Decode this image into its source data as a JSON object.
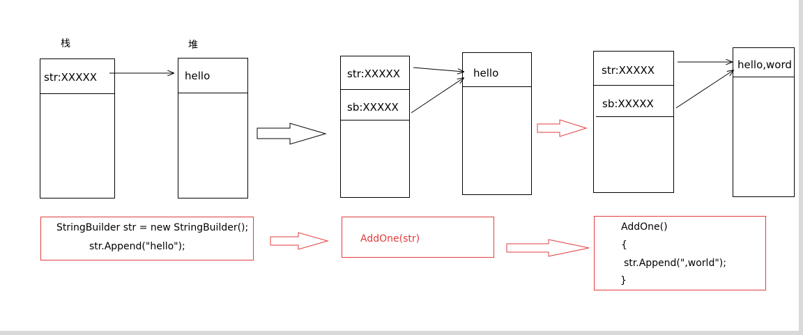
{
  "labels": {
    "stack": "栈",
    "heap": "堆"
  },
  "panel1": {
    "stack_cell": "str:XXXXX",
    "heap_cell": "hello"
  },
  "panel2": {
    "stack_cells": [
      "str:XXXXX",
      "sb:XXXXX"
    ],
    "heap_cell": "hello"
  },
  "panel3": {
    "stack_cells": [
      "str:XXXXX",
      "sb:XXXXX"
    ],
    "heap_cell": "hello,word"
  },
  "code": {
    "block1": [
      "StringBuilder str = new StringBuilder();",
      "str.Append(\"hello\");"
    ],
    "block2": [
      "AddOne(str)"
    ],
    "block3": [
      "AddOne()",
      "{",
      "str.Append(\",world\");",
      "}"
    ]
  },
  "colors": {
    "red": "#e23b3b",
    "black": "#000000"
  }
}
